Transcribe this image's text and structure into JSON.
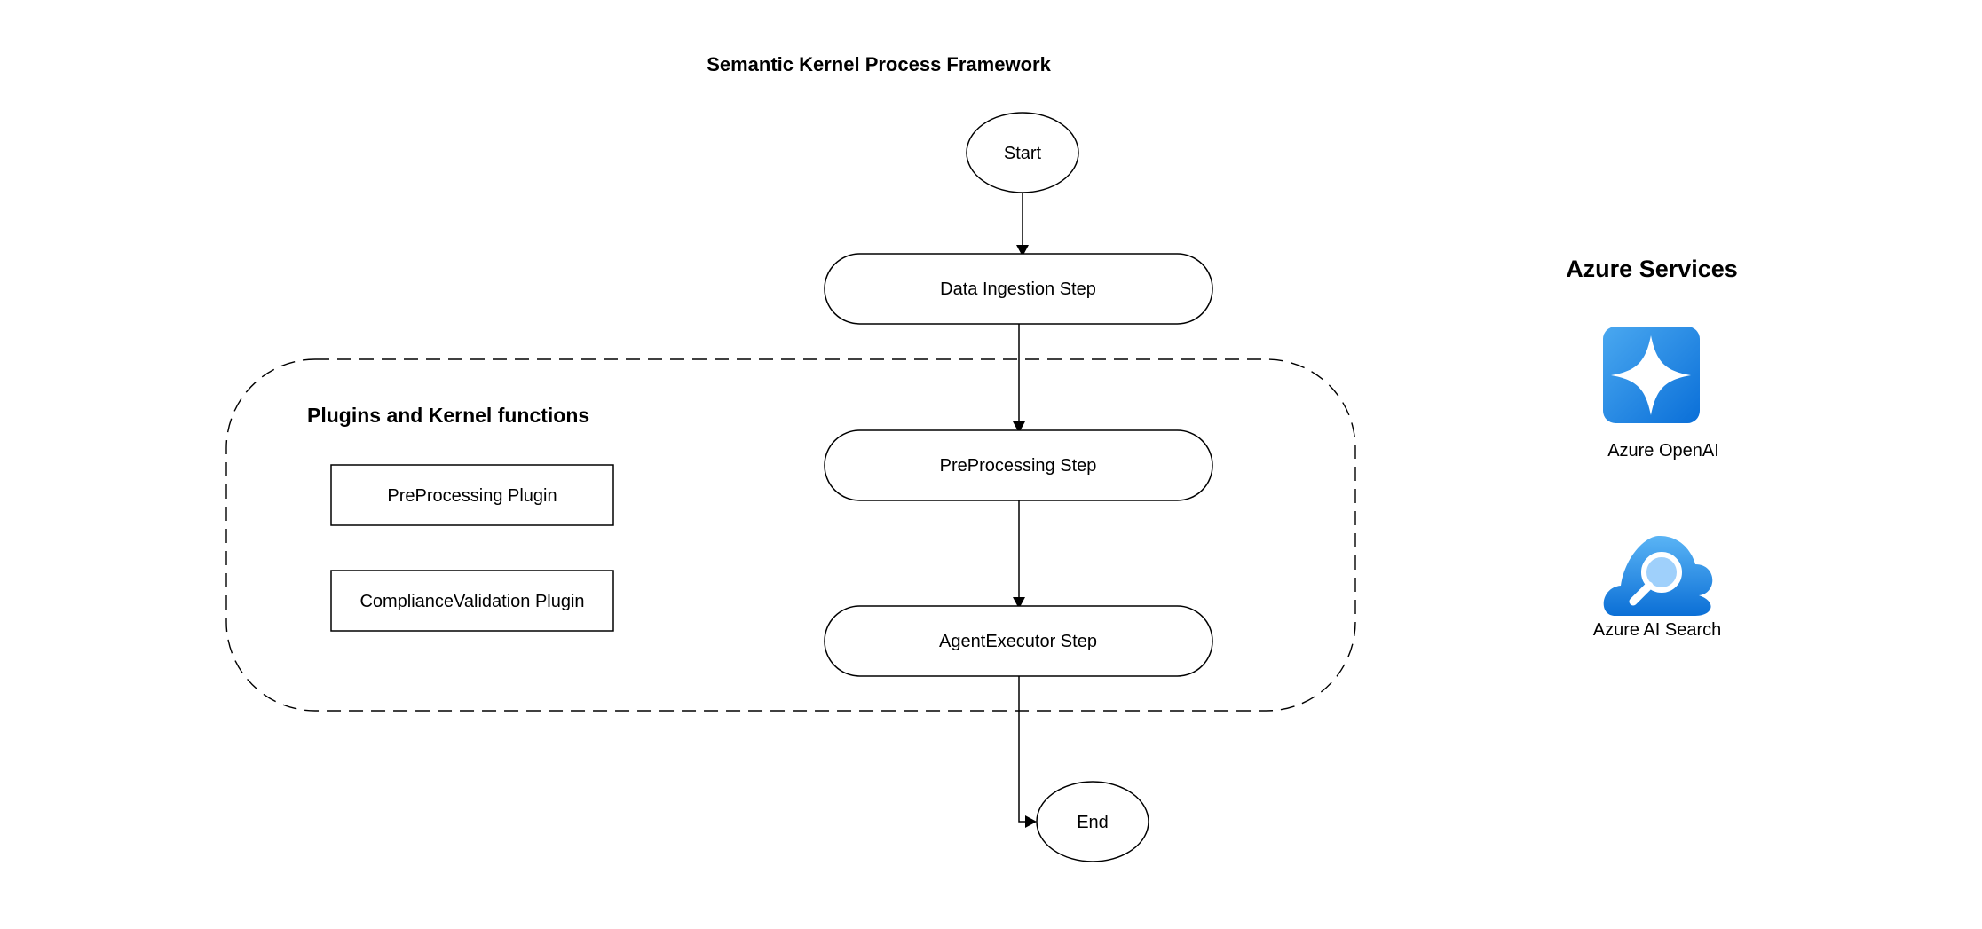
{
  "diagram": {
    "title": "Semantic Kernel Process Framework",
    "nodes": {
      "start": "Start",
      "data_ingestion": "Data Ingestion Step",
      "preprocessing": "PreProcessing Step",
      "agent_executor": "AgentExecutor Step",
      "end": "End"
    },
    "plugins_group": {
      "title": "Plugins and Kernel functions",
      "items": [
        "PreProcessing Plugin",
        "ComplianceValidation Plugin"
      ]
    },
    "edges": [
      {
        "from": "Start",
        "to": "Data Ingestion Step"
      },
      {
        "from": "Data Ingestion Step",
        "to": "PreProcessing Step"
      },
      {
        "from": "PreProcessing Step",
        "to": "AgentExecutor Step"
      },
      {
        "from": "AgentExecutor Step",
        "to": "End"
      }
    ],
    "azure_services": {
      "title": "Azure Services",
      "services": [
        {
          "label": "Azure OpenAI",
          "icon": "azure-openai-icon"
        },
        {
          "label": "Azure AI Search",
          "icon": "azure-ai-search-icon"
        }
      ]
    },
    "colors": {
      "azure_blue_light": "#4aa8f0",
      "azure_blue_dark": "#0a6fd8",
      "line": "#000000",
      "background": "#ffffff"
    }
  }
}
